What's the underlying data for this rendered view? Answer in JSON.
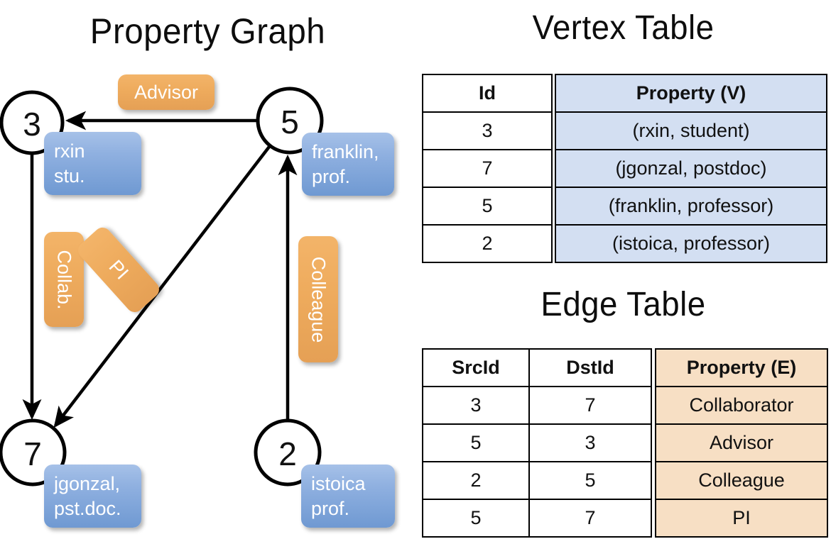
{
  "titles": {
    "graph": "Property Graph",
    "vertex": "Vertex Table",
    "edge": "Edge Table"
  },
  "graph": {
    "nodes": [
      {
        "id": "3",
        "property": "rxin\nstu."
      },
      {
        "id": "5",
        "property": "franklin,\nprof."
      },
      {
        "id": "7",
        "property": "jgonzal,\npst.doc."
      },
      {
        "id": "2",
        "property": "istoica\nprof."
      }
    ],
    "edge_labels": [
      {
        "name": "advisor",
        "text": "Advisor"
      },
      {
        "name": "collab",
        "text": "Collab."
      },
      {
        "name": "pi",
        "text": "PI"
      },
      {
        "name": "colleague",
        "text": "Colleague"
      }
    ],
    "colors": {
      "vertex_box": "#8fb0e0",
      "edge_box": "#eeab5d",
      "stroke": "#000000"
    }
  },
  "vertex_table": {
    "headers": [
      "Id",
      "Property (V)"
    ],
    "rows": [
      {
        "id": "3",
        "property": "(rxin, student)"
      },
      {
        "id": "7",
        "property": "(jgonzal, postdoc)"
      },
      {
        "id": "5",
        "property": "(franklin, professor)"
      },
      {
        "id": "2",
        "property": "(istoica, professor)"
      }
    ],
    "property_fill": "#d3dff2"
  },
  "edge_table": {
    "headers": [
      "SrcId",
      "DstId",
      "Property (E)"
    ],
    "rows": [
      {
        "src": "3",
        "dst": "7",
        "property": "Collaborator"
      },
      {
        "src": "5",
        "dst": "3",
        "property": "Advisor"
      },
      {
        "src": "2",
        "dst": "5",
        "property": "Colleague"
      },
      {
        "src": "5",
        "dst": "7",
        "property": "PI"
      }
    ],
    "property_fill": "#f7dfc4"
  }
}
